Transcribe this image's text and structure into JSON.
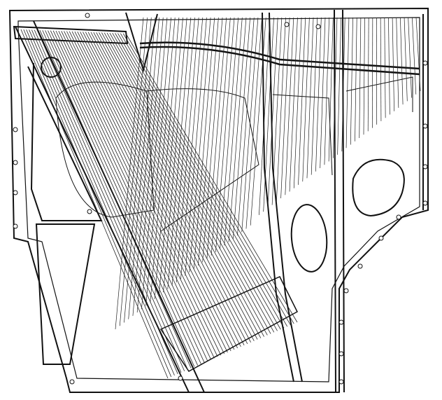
{
  "illustration": {
    "subject": "piano-frame-line-drawing",
    "colors": {
      "ink": "#111111",
      "paper": "#ffffff"
    },
    "treble_string_count": 70,
    "bass_string_count": 40
  }
}
